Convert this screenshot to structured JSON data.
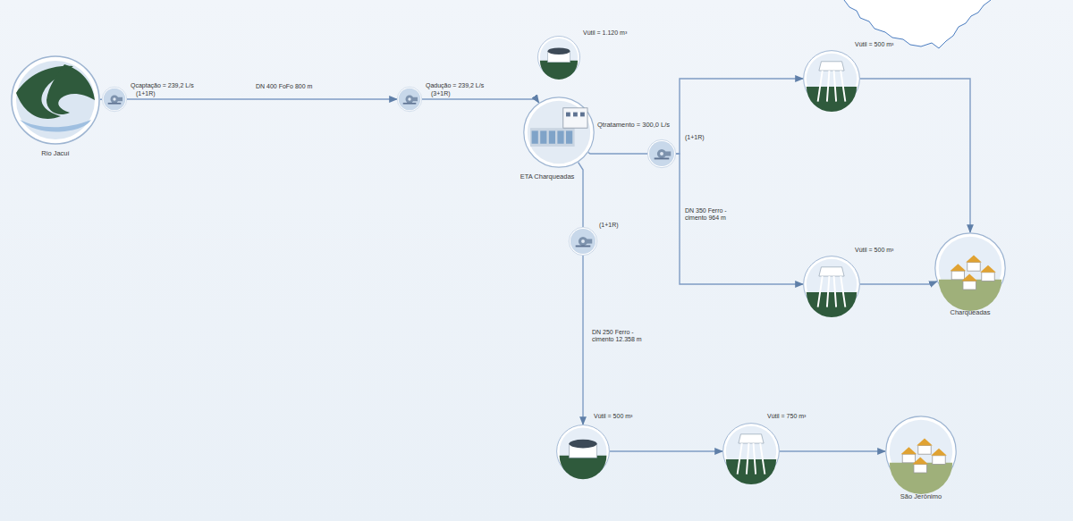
{
  "diagram": {
    "nodes": [
      {
        "text": [
          "Rio Jacuí"
        ]
      },
      {
        "text": [
          "Qcaptação = 239,2 L/s",
          "(1+1R)"
        ]
      },
      {
        "text": [
          "Qadução = 239,2 L/s",
          "(3+1R)"
        ]
      },
      {
        "text": [
          "Vútil = 1.120 m³"
        ]
      },
      {
        "text": [
          "Qtratamento = 300,0 L/s",
          "ETA Charqueadas"
        ]
      },
      {
        "text": [
          "(1+1R)"
        ]
      },
      {
        "text": [
          "Vútil = 500 m³"
        ]
      },
      {
        "text": [
          "Vútil = 500 m³"
        ]
      },
      {
        "text": [
          "Charqueadas"
        ]
      },
      {
        "text": [
          "(1+1R)"
        ]
      },
      {
        "text": [
          "Vútil = 500 m³"
        ]
      },
      {
        "text": [
          "Vútil = 750 m³"
        ]
      },
      {
        "text": [
          "São Jerônimo"
        ]
      }
    ],
    "edges": [
      {
        "from": 0,
        "to": 1,
        "arrow": "none"
      },
      {
        "from": 1,
        "to": 2,
        "label": "DN 400 FoFo 800 m",
        "arrow": "to"
      },
      {
        "from": 2,
        "to": 4,
        "arrow": "to"
      },
      {
        "from": 4,
        "to": 5,
        "arrow": "none"
      },
      {
        "from": 5,
        "to": 6,
        "arrow": "to"
      },
      {
        "from": 5,
        "to": 7,
        "label": "DN 350 Ferro - cimento 964 m",
        "arrow": "to"
      },
      {
        "from": 6,
        "to": 8,
        "arrow": "to"
      },
      {
        "from": 7,
        "to": 8,
        "arrow": "to"
      },
      {
        "from": 4,
        "to": 9,
        "arrow": "none"
      },
      {
        "from": 9,
        "to": 10,
        "label": "DN 250 Ferro - cimento 12.358 m",
        "arrow": "to"
      },
      {
        "from": 10,
        "to": 11,
        "arrow": "to"
      },
      {
        "from": 11,
        "to": 12,
        "arrow": "to"
      }
    ]
  }
}
